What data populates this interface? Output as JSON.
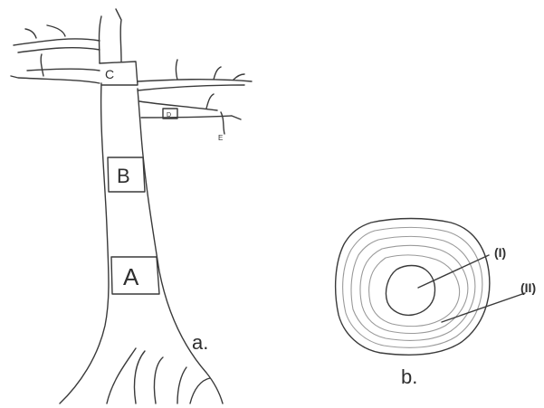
{
  "tree": {
    "labels": {
      "a": "A",
      "b": "B",
      "c": "C",
      "d": "D",
      "e": "E"
    },
    "caption": "a."
  },
  "cross_section": {
    "labels": {
      "inner": "(I)",
      "outer": "(II)"
    },
    "caption": "b."
  }
}
